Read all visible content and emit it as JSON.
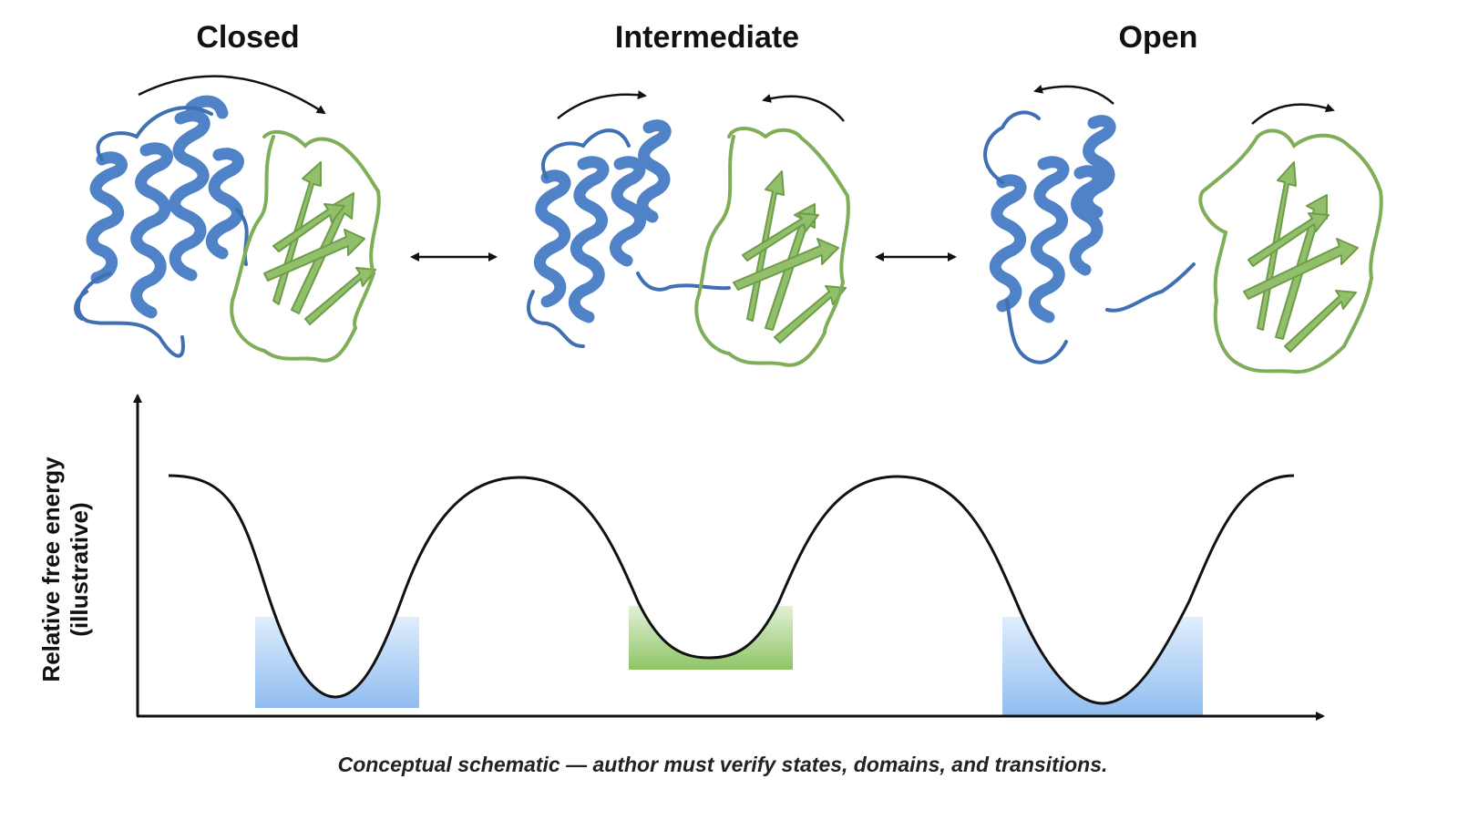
{
  "states": [
    {
      "label": "Closed"
    },
    {
      "label": "Intermediate"
    },
    {
      "label": "Open"
    }
  ],
  "y_axis": {
    "line1": "Relative free energy",
    "line2": "(illustrative)"
  },
  "caption": "Conceptual schematic — author must verify states, domains, and transitions.",
  "colors": {
    "helical_domain": "#4f82c6",
    "beta_domain": "#92c06a",
    "blue_basin": "#a9ccf0",
    "green_basin": "#9bcf7b",
    "curve": "#111111"
  }
}
